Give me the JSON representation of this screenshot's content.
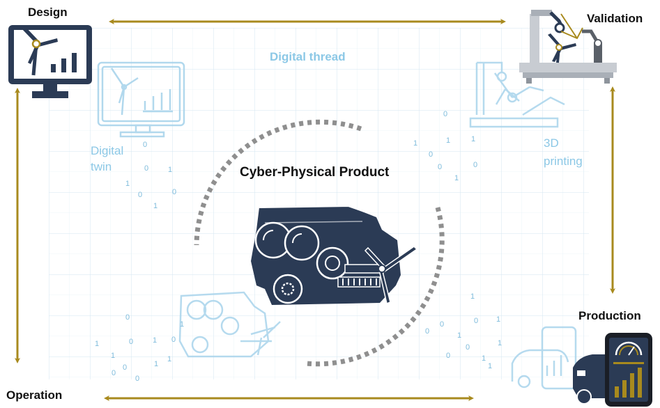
{
  "labels": {
    "design": "Design",
    "validation": "Validation",
    "production": "Production",
    "operation": "Operation",
    "digital_thread": "Digital thread",
    "digital_twin_line1": "Digital",
    "digital_twin_line2": "twin",
    "printing_line1": "3D",
    "printing_line2": "printing",
    "center_title": "Cyber-Physical Product"
  },
  "binary_digits": [
    "0",
    "1",
    "0",
    "1",
    "0",
    "1",
    "0",
    "0",
    "1",
    "1",
    "0",
    "0",
    "1",
    "1",
    "0",
    "0",
    "1",
    "1",
    "0",
    "1",
    "0",
    "1",
    "0",
    "1",
    "0",
    "1",
    "0",
    "1",
    "0",
    "1",
    "1",
    "0",
    "1",
    "0",
    "1",
    "0",
    "0",
    "1"
  ],
  "colors": {
    "arrow_gold": "#a88a1e",
    "navy": "#2b3b55",
    "light_blue": "#8cc8e6",
    "grid": "#cfe3f0",
    "dash_gray": "#8c8c8c"
  },
  "icons": [
    "monitor-turbine-icon",
    "robot-arm-icon",
    "car-tablet-icon",
    "engine-turbine-icon"
  ]
}
